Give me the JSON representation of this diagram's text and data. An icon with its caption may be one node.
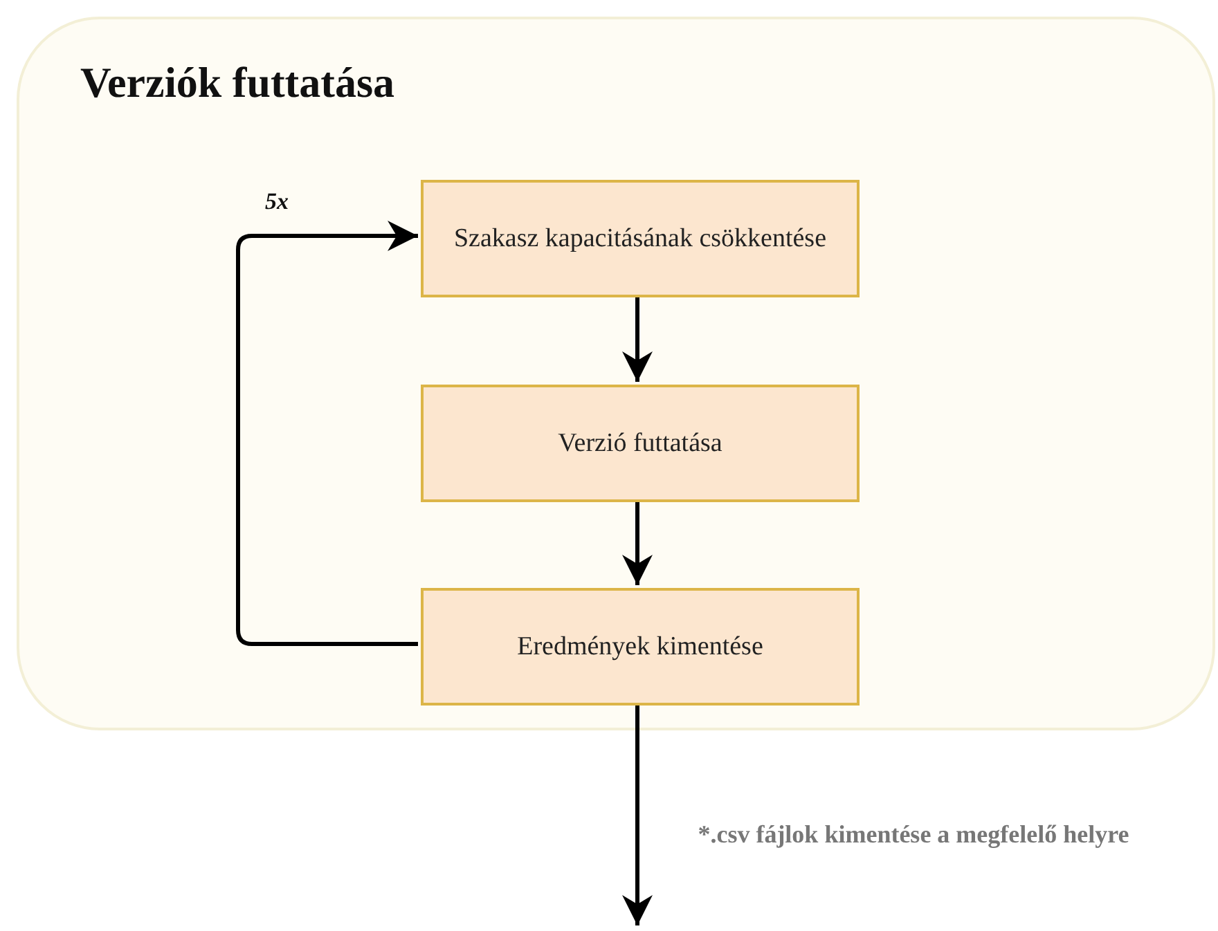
{
  "diagram": {
    "nodes": [
      {
        "text": [
          "Verziók futtatása"
        ]
      },
      {
        "text": [
          "Szakasz kapacitásának csökkentése"
        ],
        "in": 0
      },
      {
        "text": [
          "Verzió futtatása"
        ],
        "in": 0
      },
      {
        "text": [
          "Eredmények kimentése"
        ],
        "in": 0
      }
    ],
    "edges": [
      {
        "from": 1,
        "to": 2,
        "arrow": "to"
      },
      {
        "from": 2,
        "to": 3,
        "arrow": "to"
      },
      {
        "from": 3,
        "to": 1,
        "arrow": "to",
        "label": "5x"
      },
      {
        "from": 3,
        "to": null,
        "arrow": "to",
        "label": "*.csv fájlok kimentése a megfelelő helyre"
      }
    ]
  }
}
